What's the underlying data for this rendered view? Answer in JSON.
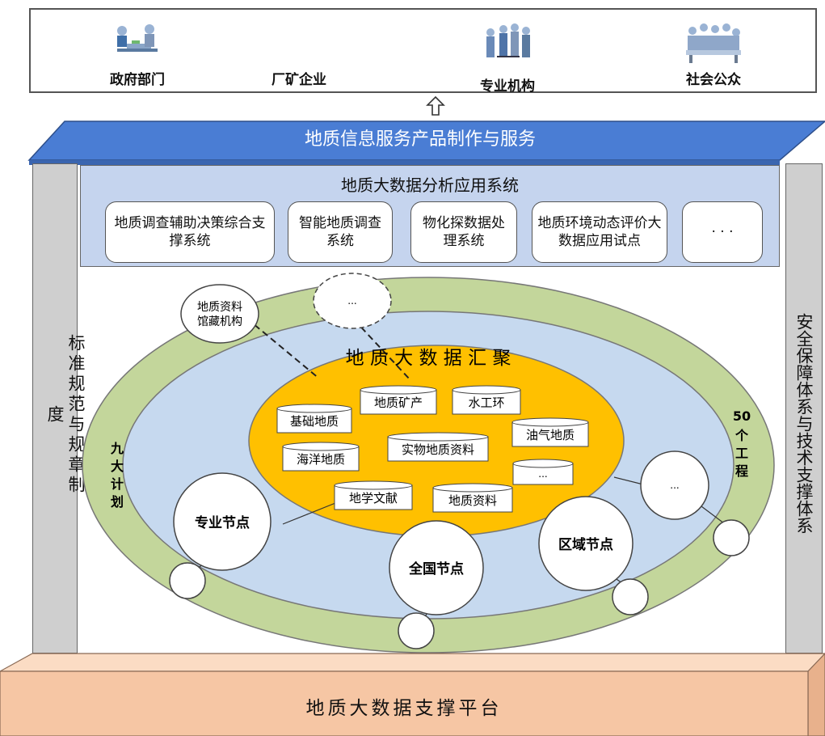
{
  "users": {
    "items": [
      {
        "label": "政府部门",
        "icon": "meeting-people-icon"
      },
      {
        "label": "厂矿企业",
        "icon": ""
      },
      {
        "label": "专业机构",
        "icon": "professionals-icon"
      },
      {
        "label": "社会公众",
        "icon": "public-crowd-icon"
      }
    ]
  },
  "service_platform": {
    "label": "地质信息服务产品制作与服务"
  },
  "left_column": {
    "label": "标准规范与规章制度"
  },
  "right_column": {
    "label": "安全保障体系与技术支撑体系"
  },
  "analysis": {
    "title": "地质大数据分析应用系统",
    "apps": [
      "地质调查辅助决策综合支撑系统",
      "智能地质调查系统",
      "物化探数据处理系统",
      "地质环境动态评价大数据应用试点",
      "· · ·"
    ]
  },
  "aggregation": {
    "title": "地 质 大 数 据 汇 聚",
    "outer_left": "九大计划",
    "outer_right": "50个工程",
    "archive": "地质资料馆藏机构",
    "ellipsis": "...",
    "datasets": [
      "地质矿产",
      "水工环",
      "基础地质",
      "油气地质",
      "实物地质资料",
      "海洋地质",
      "...",
      "地学文献",
      "地质资料"
    ],
    "nodes": [
      "专业节点",
      "全国节点",
      "区域节点",
      "..."
    ]
  },
  "support_platform": {
    "label": "地质大数据支撑平台"
  },
  "colors": {
    "service_blue": "#4a7dd4",
    "analysis_bg": "#c5d4ee",
    "outer_ring": "#c3d69b",
    "inner_ring": "#c6d9ef",
    "core": "#ffc000",
    "support_orange": "#f6c6a4"
  }
}
